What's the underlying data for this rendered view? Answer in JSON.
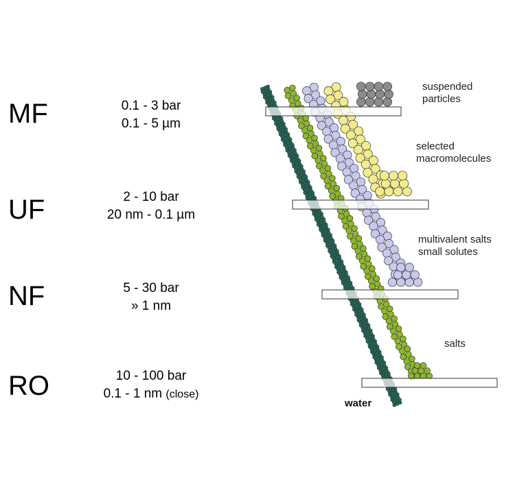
{
  "processes": [
    {
      "abbr": "MF",
      "pressure": "0.1 - 3 bar",
      "size": "0.1 - 5 µm",
      "note": ""
    },
    {
      "abbr": "UF",
      "pressure": "2 - 10 bar",
      "size": "20 nm - 0.1 µm",
      "note": ""
    },
    {
      "abbr": "NF",
      "pressure": "5 - 30 bar",
      "size": "» 1 nm",
      "note": ""
    },
    {
      "abbr": "RO",
      "pressure": "10 - 100 bar",
      "size": "0.1 - 1 nm",
      "note": "(close)"
    }
  ],
  "labels": {
    "suspended_1": "suspended",
    "suspended_2": "particles",
    "macro_1": "selected",
    "macro_2": "macromolecules",
    "multi_1": "multivalent salts",
    "multi_2": "small solutes",
    "salts": "salts",
    "water": "water"
  },
  "colors": {
    "water": "#1d6b5a",
    "salts": "#8db82a",
    "small_solutes": "#c9c9ee",
    "macromolecules": "#f2ec8c",
    "particles": "#8c8c8c",
    "membrane_stroke": "#333333"
  }
}
